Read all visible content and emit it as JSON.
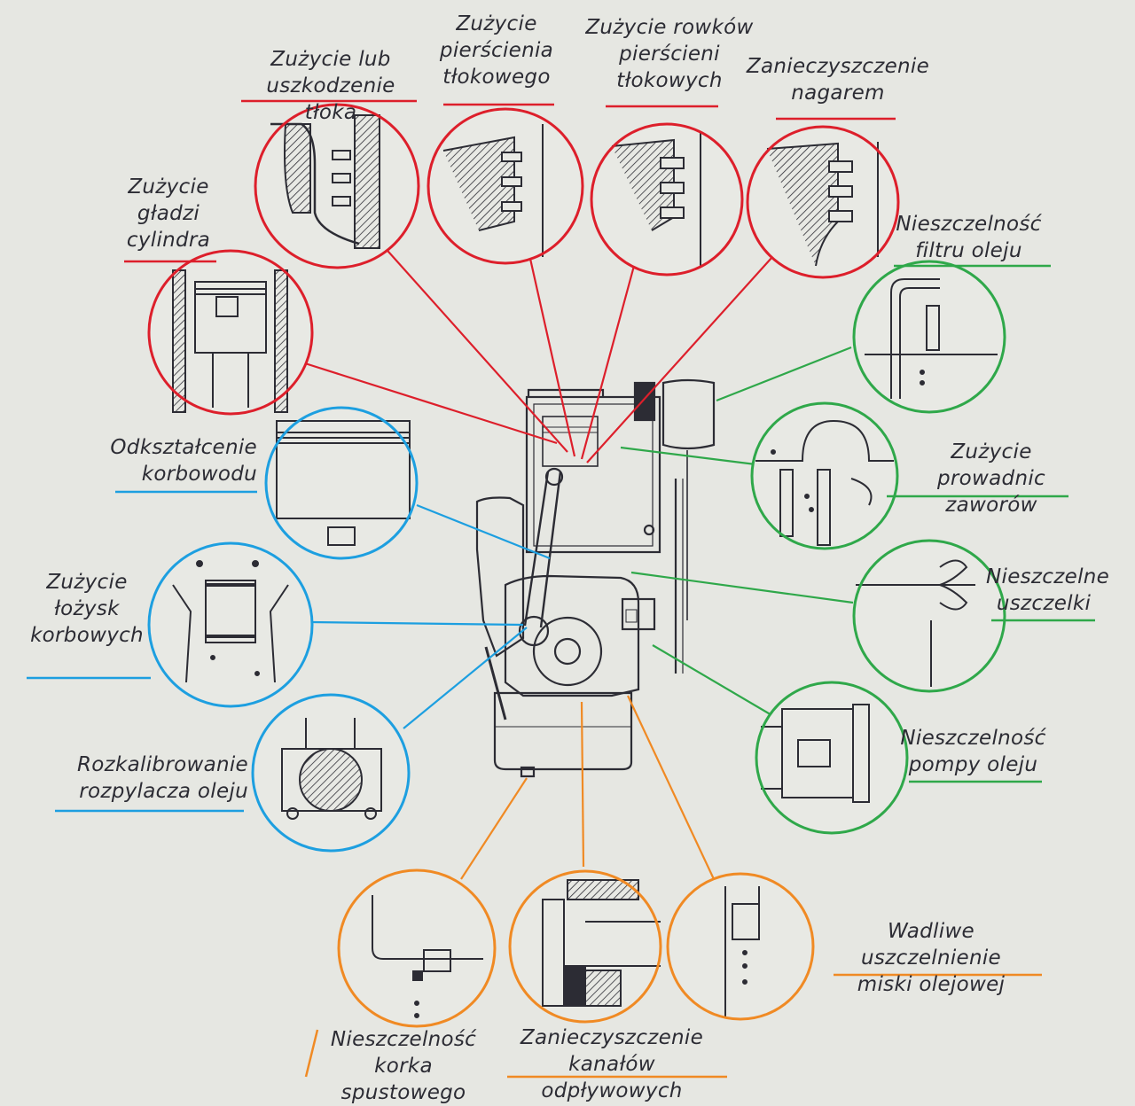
{
  "colors": {
    "red": "#dd1f2b",
    "blue": "#1d9fe0",
    "green": "#2fa84a",
    "orange": "#f08a24",
    "ink": "#2c2c34",
    "paper": "#e6e7e2"
  },
  "labels": {
    "piston_wear": [
      "Zużycie lub",
      "uszkodzenie tłoka"
    ],
    "ring_wear": [
      "Zużycie",
      "pierścienia",
      "tłokowego"
    ],
    "groove_wear": [
      "Zużycie rowków",
      "pierścieni",
      "tłokowych"
    ],
    "carbon": [
      "Zanieczyszczenie",
      "nagarem"
    ],
    "cylinder_wear": [
      "Zużycie",
      "gładzi",
      "cylindra"
    ],
    "oil_filter": [
      "Nieszczelność",
      "filtru oleju"
    ],
    "rod_deform": [
      "Odkształcenie",
      "korbowodu"
    ],
    "valve_guide": [
      "Zużycie prowadnic",
      "zaworów"
    ],
    "bearing_wear": [
      "Zużycie",
      "łożysk",
      "korbowych"
    ],
    "gaskets": [
      "Nieszczelne",
      "uszczelki"
    ],
    "nozzle": [
      "Rozkalibrowanie",
      "rozpylacza oleju"
    ],
    "oil_pump": [
      "Nieszczelność",
      "pompy oleju"
    ],
    "sump_seal": [
      "Wadliwe uszczelnienie",
      "miski olejowej"
    ],
    "drain_plug": [
      "Nieszczelność",
      "korka spustowego"
    ],
    "drain_channels": [
      "Zanieczyszczenie",
      "kanałów odpływowych"
    ]
  }
}
